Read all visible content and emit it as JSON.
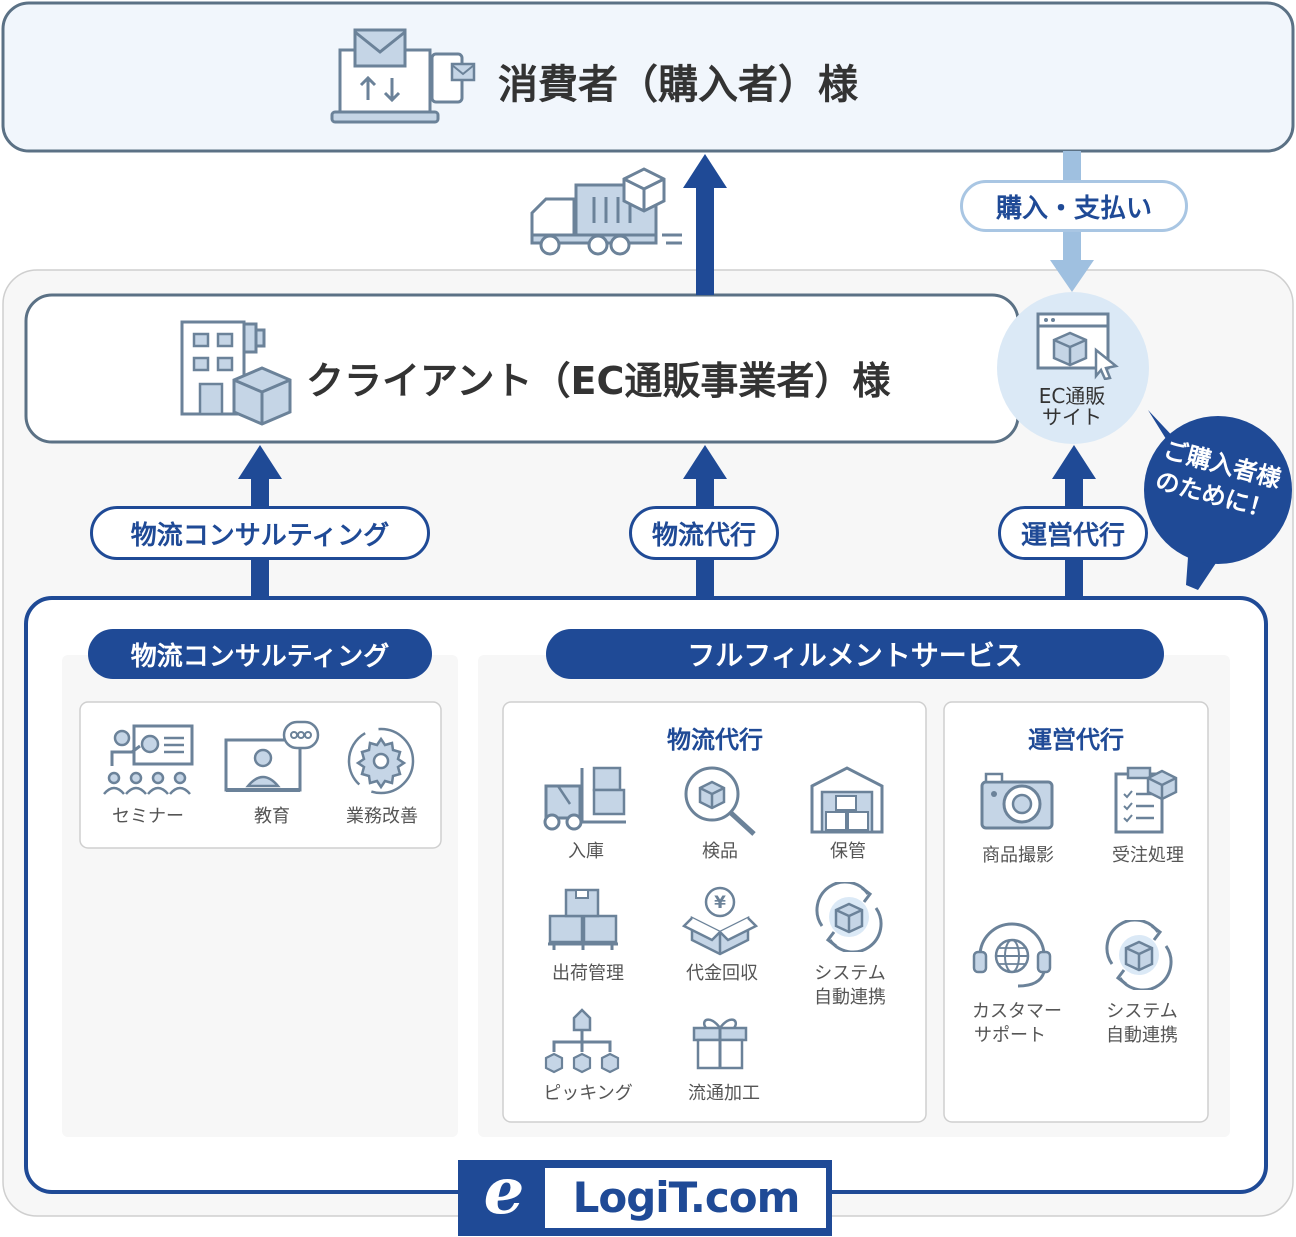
{
  "consumer": {
    "title": "消費者（購入者）様"
  },
  "client": {
    "title": "クライアント（EC通販事業者）様"
  },
  "ec_site": {
    "line1": "EC通販",
    "line2": "サイト"
  },
  "purchase_label": "購入・支払い",
  "bubble": {
    "line1": "ご購入者様",
    "line2": "のために！"
  },
  "service_labels": [
    "物流コンサルティング",
    "物流代行",
    "運営代行"
  ],
  "consulting": {
    "header": "物流コンサルティング",
    "items": [
      {
        "label": "セミナー",
        "icon": "seminar-icon"
      },
      {
        "label": "教育",
        "icon": "education-icon"
      },
      {
        "label": "業務改善",
        "icon": "gear-icon"
      }
    ]
  },
  "fulfillment": {
    "header": "フルフィルメントサービス",
    "logistics": {
      "title": "物流代行",
      "items": [
        {
          "label": "入庫",
          "icon": "forklift-icon"
        },
        {
          "label": "検品",
          "icon": "inspection-icon"
        },
        {
          "label": "保管",
          "icon": "warehouse-icon"
        },
        {
          "label": "出荷管理",
          "icon": "pallet-icon"
        },
        {
          "label": "代金回収",
          "icon": "yen-box-icon"
        },
        {
          "label": "システム",
          "label2": "自動連携",
          "icon": "sync-box-icon"
        },
        {
          "label": "ピッキング",
          "icon": "picking-icon"
        },
        {
          "label": "流通加工",
          "icon": "gift-icon"
        }
      ]
    },
    "operation": {
      "title": "運営代行",
      "items": [
        {
          "label": "商品撮影",
          "icon": "camera-icon"
        },
        {
          "label": "受注処理",
          "icon": "clipboard-icon"
        },
        {
          "label": "カスタマー",
          "label2": "サポート",
          "icon": "headset-icon"
        },
        {
          "label": "システム",
          "label2": "自動連携",
          "icon": "sync-box-icon"
        }
      ]
    }
  },
  "logo": {
    "mark": "e",
    "text": "LogiT.com"
  },
  "colors": {
    "navy": "#1f4a96",
    "light_blue": "#a9c6e3",
    "icon_gray": "#6b8299",
    "icon_fill": "#c5d5e6"
  }
}
